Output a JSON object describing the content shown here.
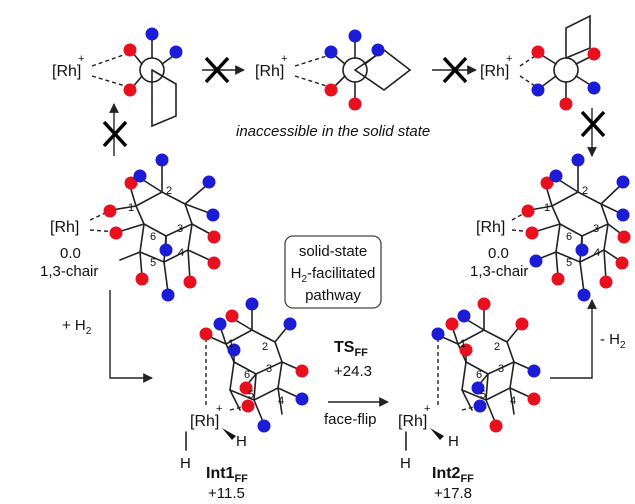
{
  "colors": {
    "oxygen": "#e8101e",
    "nitrogen": "#1c1cd6",
    "bond": "#222222"
  },
  "rh_label": "[Rh]",
  "rh_charge": "+",
  "h_atom": "H",
  "inaccessible_caption": "inaccessible in the solid state",
  "box": {
    "line1": "solid-state",
    "line2_prefix": "H",
    "line2_sub": "2",
    "line2_suffix": "-facilitated",
    "line3": "pathway"
  },
  "ring_numbers": [
    "1",
    "2",
    "3",
    "4",
    "5",
    "6"
  ],
  "left_state": {
    "energy": "0.0",
    "conformer": "1,3-chair"
  },
  "right_state": {
    "energy": "0.0",
    "conformer": "1,3-chair"
  },
  "plus_h2": {
    "prefix": "+ H",
    "sub": "2"
  },
  "minus_h2": {
    "prefix": "- H",
    "sub": "2"
  },
  "ts": {
    "name": "TS",
    "sub": "FF",
    "energy": "+24.3"
  },
  "int1": {
    "name": "Int1",
    "sub": "FF",
    "energy": "+11.5"
  },
  "int2": {
    "name": "Int2",
    "sub": "FF",
    "energy": "+17.8"
  },
  "face_flip": "face-flip",
  "blocked_icon": "cross-mark-icon"
}
